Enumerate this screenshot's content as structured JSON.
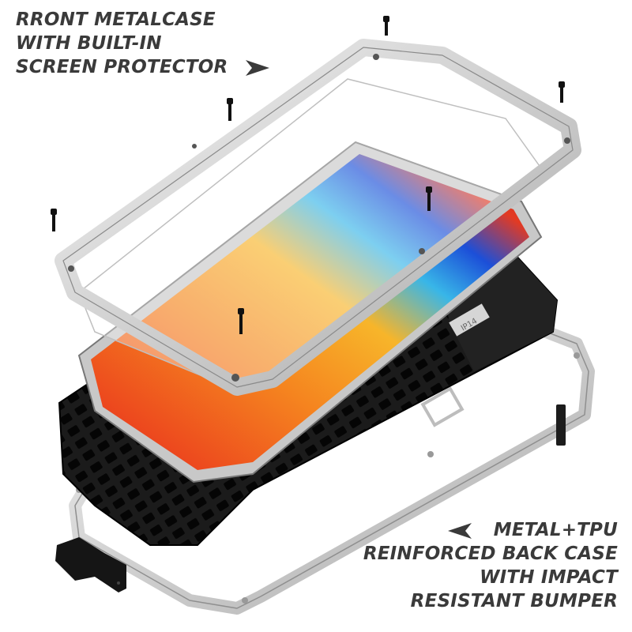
{
  "top_caption": {
    "lines": [
      "RRONT METALCASE",
      "WITH BUILT-IN",
      "SCREEN PROTECTOR"
    ],
    "arrow": "arrow-right-icon"
  },
  "bottom_caption": {
    "lines": [
      "METAL+TPU",
      "REINFORCED BACK CASE",
      "WITH IMPACT",
      "RESISTANT BUMPER"
    ],
    "arrow": "arrow-left-icon"
  },
  "phone_label": "IP14",
  "colors": {
    "text": "#3a3a3a",
    "silver": "#d9d9d9",
    "silver_dark": "#9a9a9a",
    "black_case": "#1a1a1a",
    "screen_red": "#e8281e",
    "screen_orange": "#f7a51d",
    "screen_blue": "#2aa8e0"
  }
}
